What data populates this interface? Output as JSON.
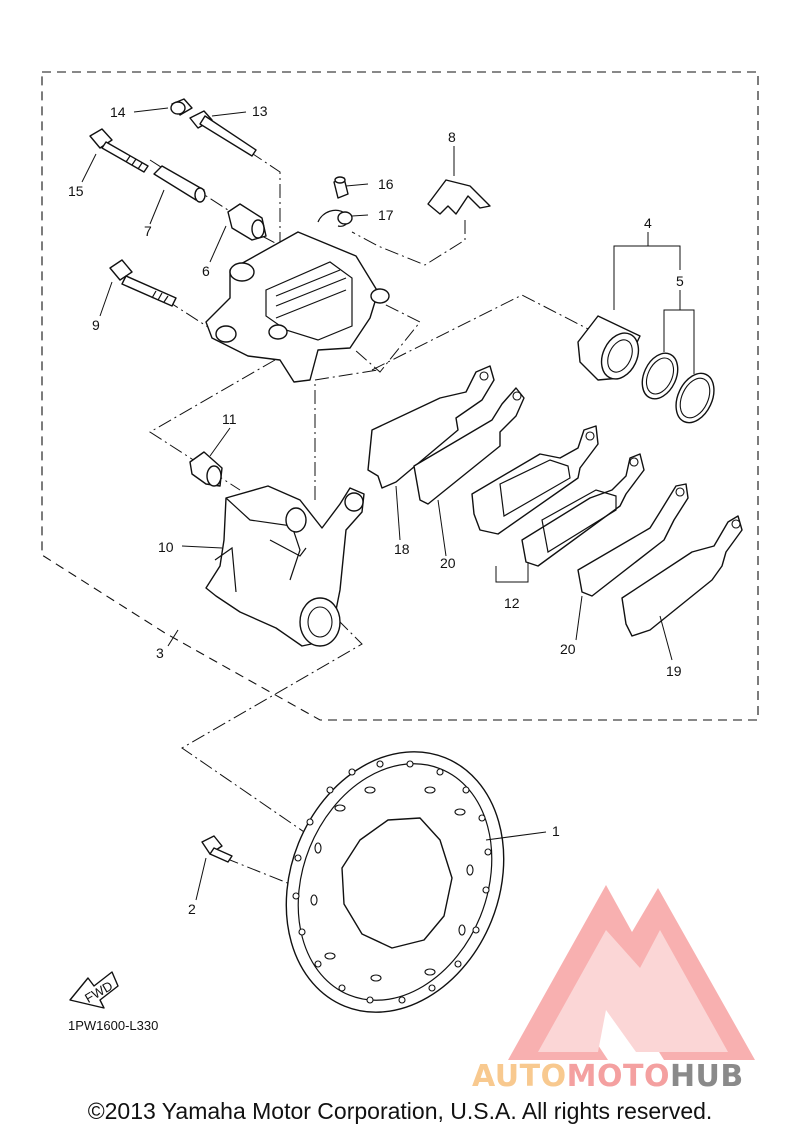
{
  "diagram": {
    "labels": {
      "p1": "1",
      "p2": "2",
      "p3": "3",
      "p4": "4",
      "p5": "5",
      "p6": "6",
      "p7": "7",
      "p8": "8",
      "p9": "9",
      "p10": "10",
      "p11": "11",
      "p12": "12",
      "p13": "13",
      "p14": "14",
      "p15": "15",
      "p16": "16",
      "p17": "17",
      "p18": "18",
      "p19": "19",
      "p20a": "20",
      "p20b": "20"
    },
    "fwd_label": "FWD",
    "figure_code": "1PW1600-L330"
  },
  "watermark": {
    "part1": "AUTO",
    "part2": "MOTO",
    "part3": "HUB",
    "colors": {
      "auto": "#f8c98f",
      "moto": "#f4a0a0",
      "hub": "#8a8a8a",
      "triangle": "#f7a3a3"
    }
  },
  "footer": {
    "copyright": "©2013 Yamaha Motor Corporation, U.S.A. All rights reserved."
  }
}
